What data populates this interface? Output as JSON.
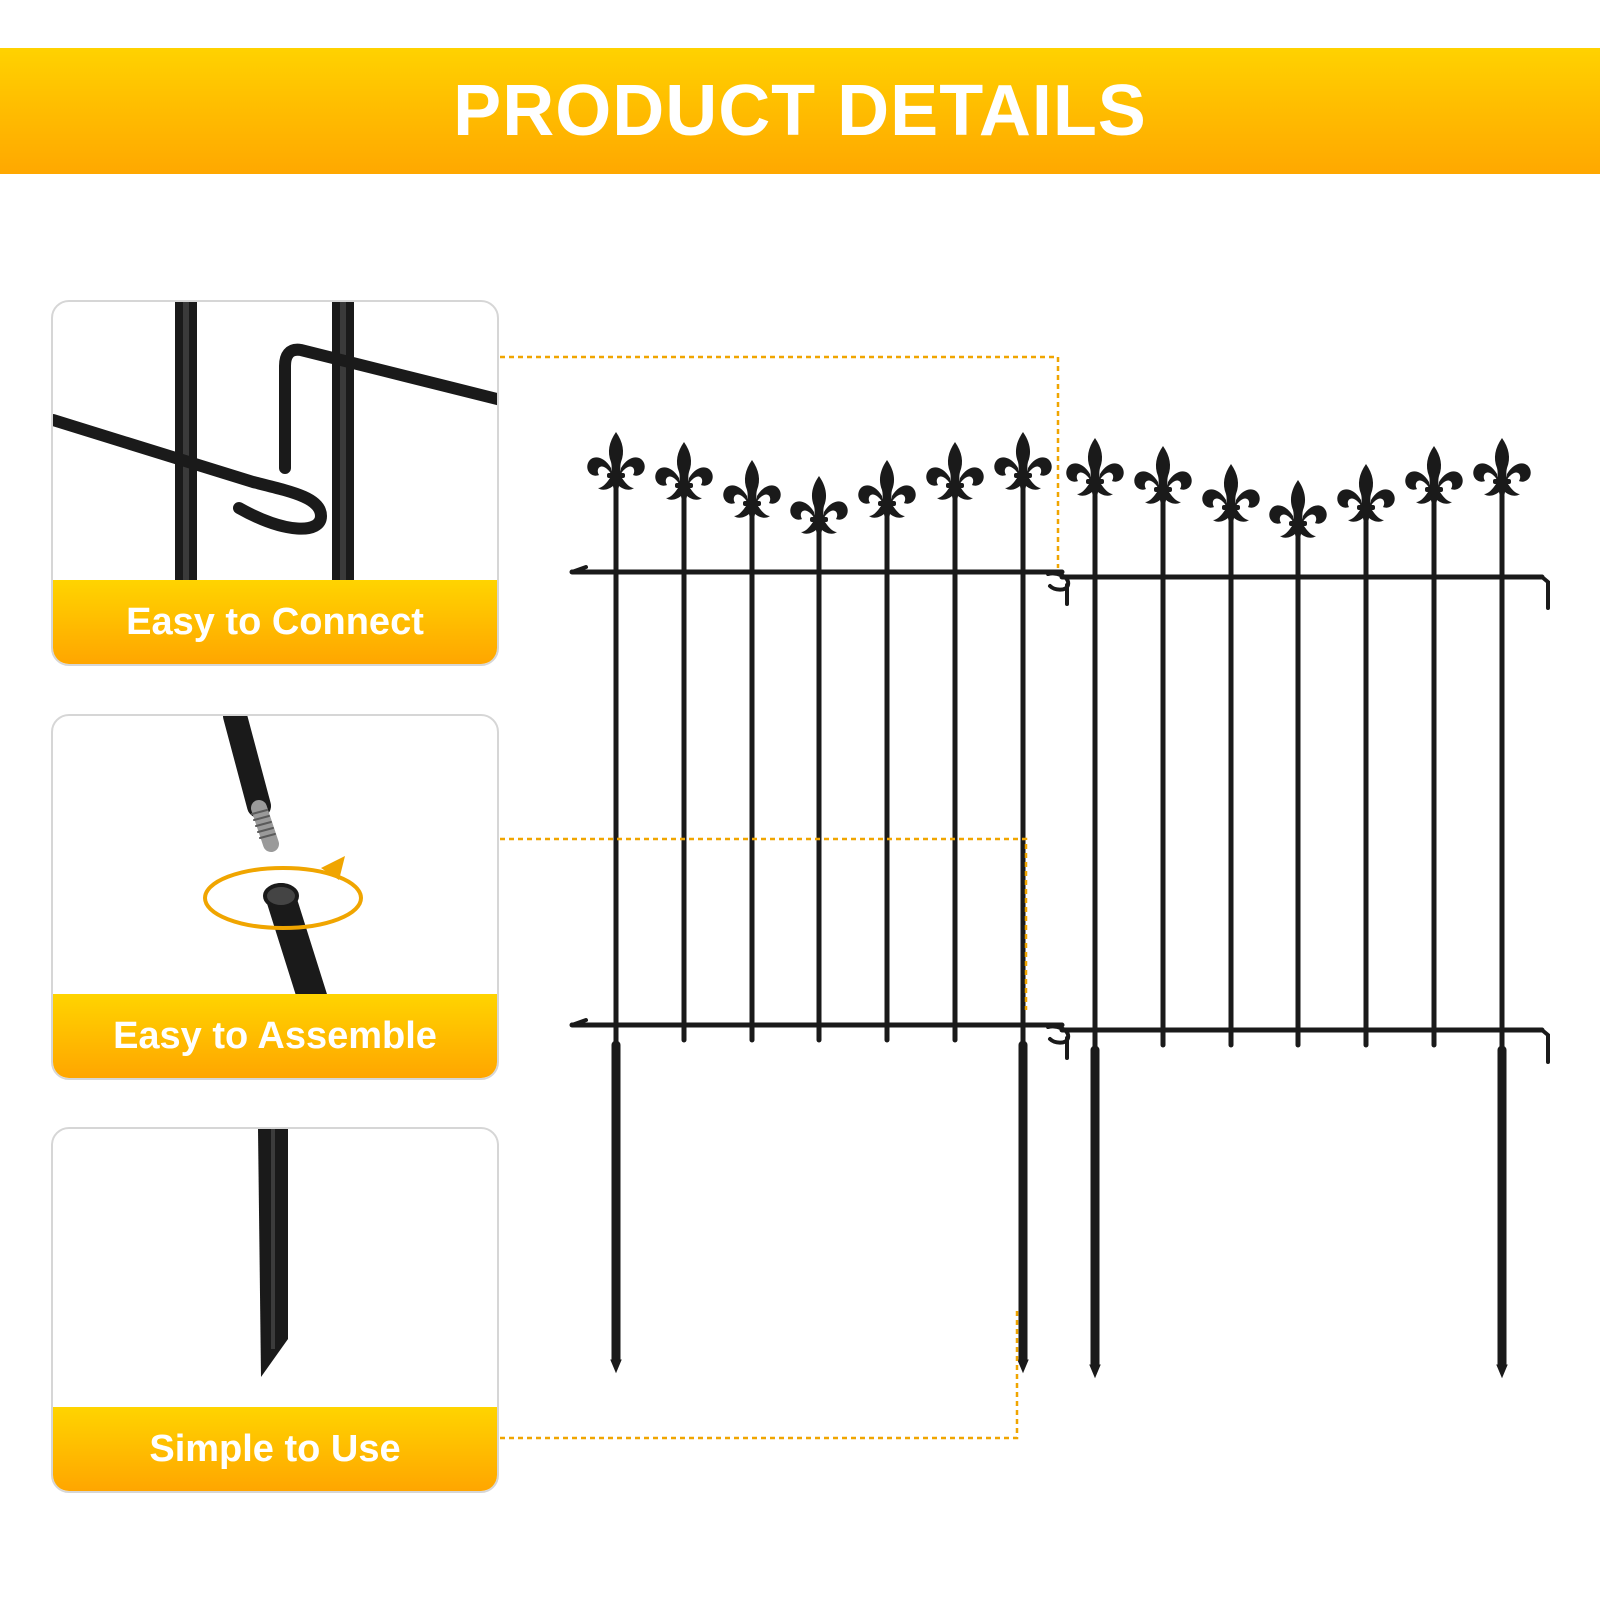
{
  "banner": {
    "title": "PRODUCT DETAILS"
  },
  "features": [
    {
      "label": "Easy to Connect",
      "icon": "hook-connector-icon"
    },
    {
      "label": "Easy to Assemble",
      "icon": "threaded-rod-icon"
    },
    {
      "label": "Simple to Use",
      "icon": "ground-stake-icon"
    }
  ],
  "colors": {
    "accent": "#FFB800",
    "metal": "#1a1a1a",
    "callout_line": "#F0A500"
  }
}
